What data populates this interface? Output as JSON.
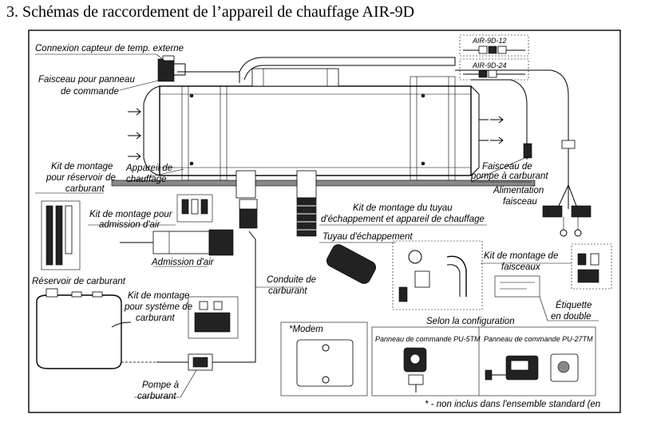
{
  "title": "3.  Schémas de raccordement de l’appareil de chauffage AIR-9D",
  "models": {
    "m12": "AIR-9D-12",
    "m24": "AIR-9D-24"
  },
  "labels": {
    "capteur": "Connexion capteur de temp. externe",
    "faisceau_panneau_1": "Faisceau pour panneau",
    "faisceau_panneau_2": "de commande",
    "kit_reservoir_1": "Kit de montage",
    "kit_reservoir_2": "pour réservoir de",
    "kit_reservoir_3": "carburant",
    "appareil_1": "Appareil de",
    "appareil_2": "chauffage",
    "kit_admission_1": "Kit de montage pour",
    "kit_admission_2": "admission d'air",
    "admission": "Admission d'air",
    "reservoir": "Réservoir de carburant",
    "kit_systeme_1": "Kit de montage",
    "kit_systeme_2": "pour système de",
    "kit_systeme_3": "carburant",
    "conduite_1": "Conduite de",
    "conduite_2": "carburant",
    "pompe_1": "Pompe à",
    "pompe_2": "carburant",
    "kit_tuyau_1": "Kit de montage du tuyau",
    "kit_tuyau_2": "d'échappement et appareil de chauffage",
    "tuyau": "Tuyau d'échappement",
    "faisceau_pompe_1": "Faisceau de",
    "faisceau_pompe_2": "pompe à carburant",
    "alimentation_1": "Alimentation",
    "alimentation_2": "faisceau",
    "kit_faisceaux_1": "Kit de montage de",
    "kit_faisceaux_2": "faisceaux",
    "etiquette_1": "Étiquette",
    "etiquette_2": "en double",
    "modem": "*Modem",
    "selon": "Selon la configuration",
    "pu5tm": "Panneau de commande PU-5TM",
    "pu27tm": "Panneau de commande PU-27TM",
    "note": "* - non inclus dans l'ensemble standard (en"
  }
}
